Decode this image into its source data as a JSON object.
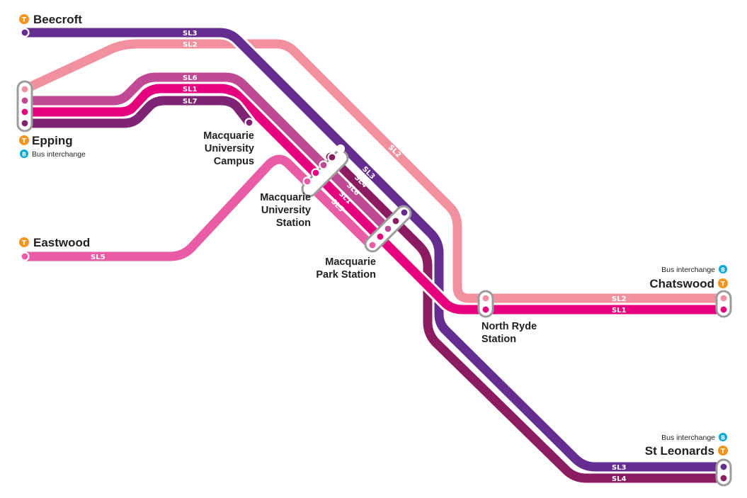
{
  "colors": {
    "SL1": "#e5007e",
    "SL2": "#f1909f",
    "SL3": "#662d91",
    "SL4": "#8b1c61",
    "SL5": "#ea5ba6",
    "SL6": "#c04993",
    "SL7": "#7f2474",
    "train": "#f7941d",
    "bus": "#00a8d4",
    "text": "#231f20",
    "station_box": "#9c9c9c"
  },
  "lines": [
    {
      "id": "SL1",
      "label": "SL1"
    },
    {
      "id": "SL2",
      "label": "SL2"
    },
    {
      "id": "SL3",
      "label": "SL3"
    },
    {
      "id": "SL4",
      "label": "SL4"
    },
    {
      "id": "SL5",
      "label": "SL5"
    },
    {
      "id": "SL6",
      "label": "SL6"
    },
    {
      "id": "SL7",
      "label": "SL7"
    }
  ],
  "stations": {
    "beecroft": {
      "name": "Beecroft",
      "icon": "train-icon",
      "icon_letter": "T"
    },
    "epping": {
      "name": "Epping",
      "icon": "train-icon",
      "icon_letter": "T",
      "bus": "Bus interchange",
      "bus_letter": "B"
    },
    "eastwood": {
      "name": "Eastwood",
      "icon": "train-icon",
      "icon_letter": "T"
    },
    "mq_campus": {
      "lines": [
        "Macquarie",
        "University",
        "Campus"
      ]
    },
    "mq_station": {
      "lines": [
        "Macquarie",
        "University",
        "Station"
      ]
    },
    "mq_park": {
      "lines": [
        "Macquarie",
        "Park Station"
      ]
    },
    "north_ryde": {
      "lines": [
        "North Ryde",
        "Station"
      ]
    },
    "chatswood": {
      "name": "Chatswood",
      "icon": "train-icon",
      "icon_letter": "T",
      "bus": "Bus interchange",
      "bus_letter": "B"
    },
    "st_leonards": {
      "name": "St Leonards",
      "icon": "train-icon",
      "icon_letter": "T",
      "bus": "Bus interchange",
      "bus_letter": "B"
    }
  }
}
